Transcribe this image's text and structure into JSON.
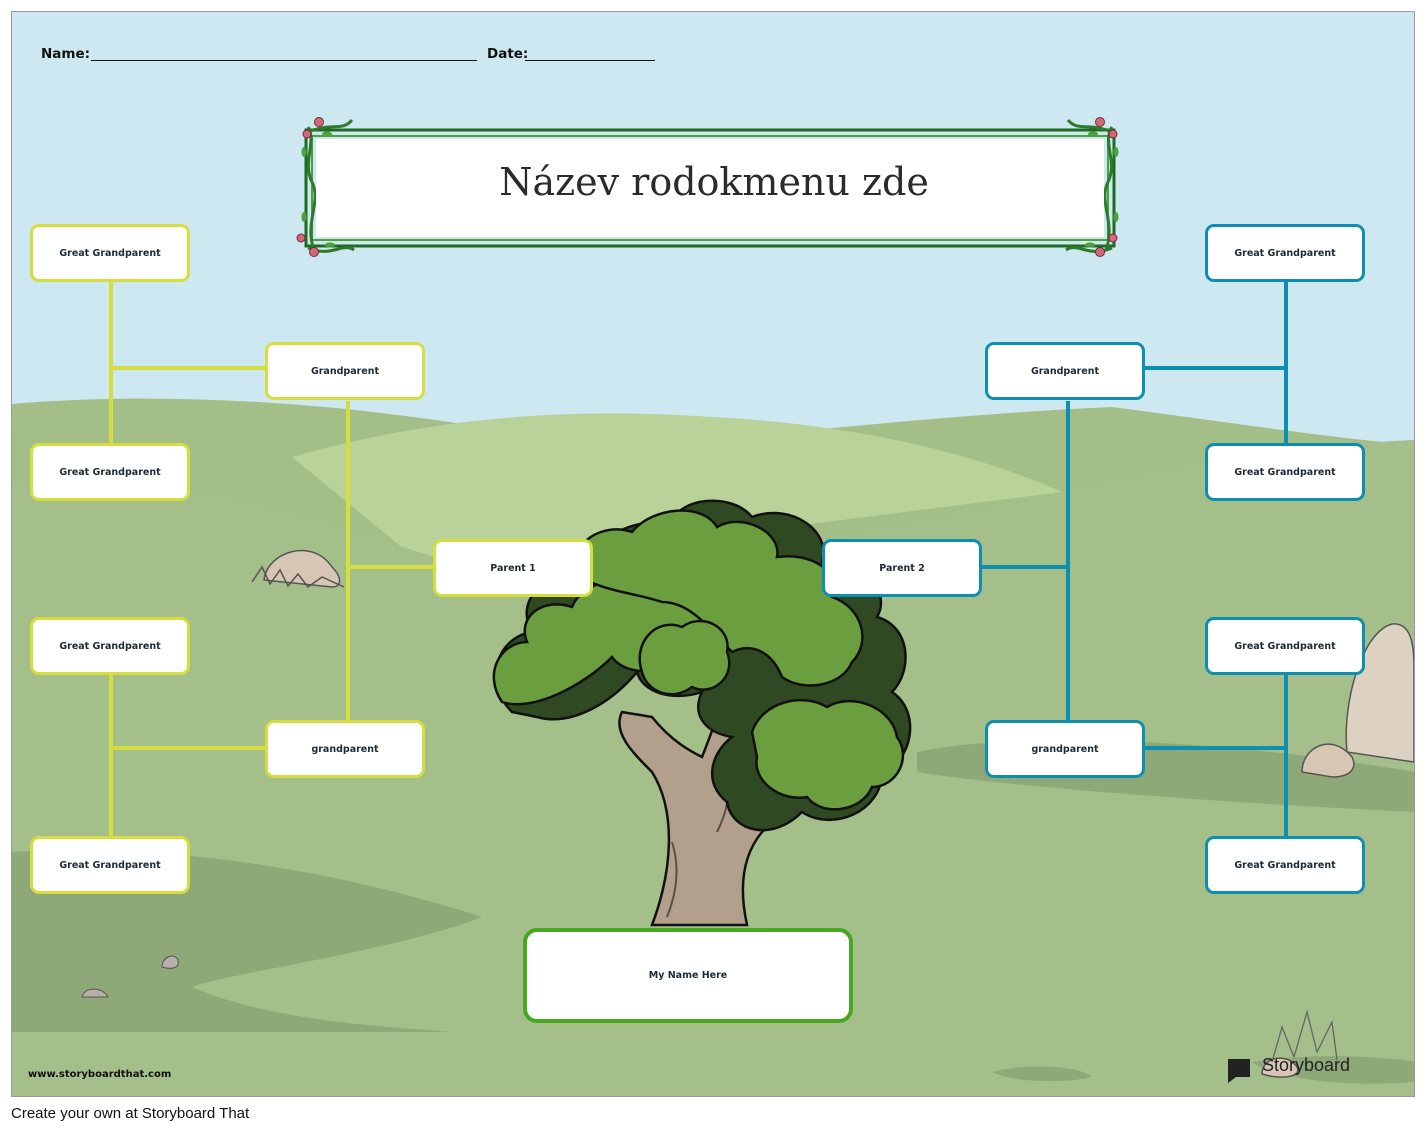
{
  "header": {
    "name_label": "Name:",
    "date_label": "Date:"
  },
  "title": "Název rodokmenu zde",
  "left": {
    "great_grandparents": [
      "Great Grandparent",
      "Great Grandparent",
      "Great Grandparent",
      "Great Grandparent"
    ],
    "grandparents": [
      "Grandparent",
      "grandparent"
    ],
    "parent": "Parent 1"
  },
  "right": {
    "great_grandparents": [
      "Great Grandparent",
      "Great Grandparent",
      "Great Grandparent",
      "Great Grandparent"
    ],
    "grandparents": [
      "Grandparent",
      "grandparent"
    ],
    "parent": "Parent 2"
  },
  "me": "My Name Here",
  "watermark": {
    "url": "www.storyboardthat.com",
    "brand": "Storyboard"
  },
  "footer": "Create your own at Storyboard That",
  "colors": {
    "left_lines": "#d6dd3e",
    "right_lines": "#0d8fb1",
    "me_border": "#46a81f",
    "sky": "#cde8f1",
    "grass": "#a3c08c"
  }
}
